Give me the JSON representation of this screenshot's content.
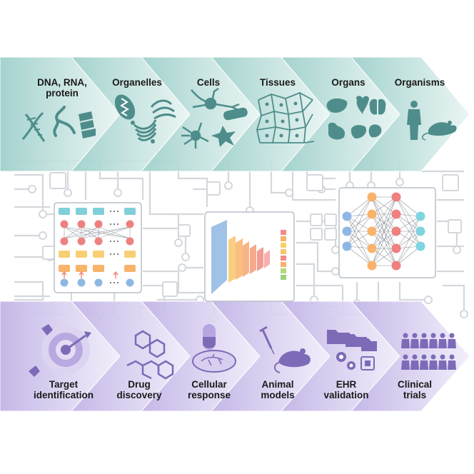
{
  "top_row": {
    "stages": [
      {
        "label": "DNA, RNA,\nprotein",
        "icons": [
          "dna-helix-icon",
          "rna-strand-icon",
          "protein-ribbon-icon"
        ]
      },
      {
        "label": "Organelles",
        "icons": [
          "mitochondrion-icon",
          "endoplasmic-reticulum-icon",
          "golgi-apparatus-icon"
        ]
      },
      {
        "label": "Cells",
        "icons": [
          "neuron-icon",
          "muscle-cell-icon",
          "astrocyte-icon",
          "star-cell-icon"
        ]
      },
      {
        "label": "Tissues",
        "icons": [
          "tissue-network-icon"
        ]
      },
      {
        "label": "Organs",
        "icons": [
          "liver-icon",
          "heart-icon",
          "lungs-icon",
          "stomach-icon",
          "kidney-icon",
          "intestine-icon"
        ]
      },
      {
        "label": "Organisms",
        "icons": [
          "human-icon",
          "mouse-icon"
        ]
      }
    ],
    "color": "#a9d4cf",
    "icon_color": "#4e8d8b"
  },
  "bottom_row": {
    "stages": [
      {
        "label": "Target\nidentification",
        "icons": [
          "target-icon",
          "drug-molecule-icon"
        ]
      },
      {
        "label": "Drug\ndiscovery",
        "icons": [
          "chemical-structure-icon"
        ]
      },
      {
        "label": "Cellular\nresponse",
        "icons": [
          "capsule-icon",
          "petri-dish-icon"
        ]
      },
      {
        "label": "Animal\nmodels",
        "icons": [
          "syringe-icon",
          "lab-mouse-icon"
        ]
      },
      {
        "label": "EHR\nvalidation",
        "icons": [
          "folders-icon",
          "gears-icon",
          "chip-icon"
        ]
      },
      {
        "label": "Clinical\ntrials",
        "icons": [
          "people-group-icon"
        ]
      }
    ],
    "color": "#c9bde8",
    "icon_color": "#7d6bb8"
  },
  "ml_panels": [
    {
      "name": "encoder-decoder-network-panel"
    },
    {
      "name": "convolutional-network-panel"
    },
    {
      "name": "fully-connected-network-panel"
    }
  ],
  "colors": {
    "circuit": "#d4d7dc",
    "node_blue": "#8fb7e3",
    "node_red": "#ee8080",
    "node_orange": "#f9b36b",
    "node_cyan": "#7fd4e0",
    "node_teal_rect": "#7fd0d8",
    "node_yellow_rect": "#f7cf74"
  }
}
